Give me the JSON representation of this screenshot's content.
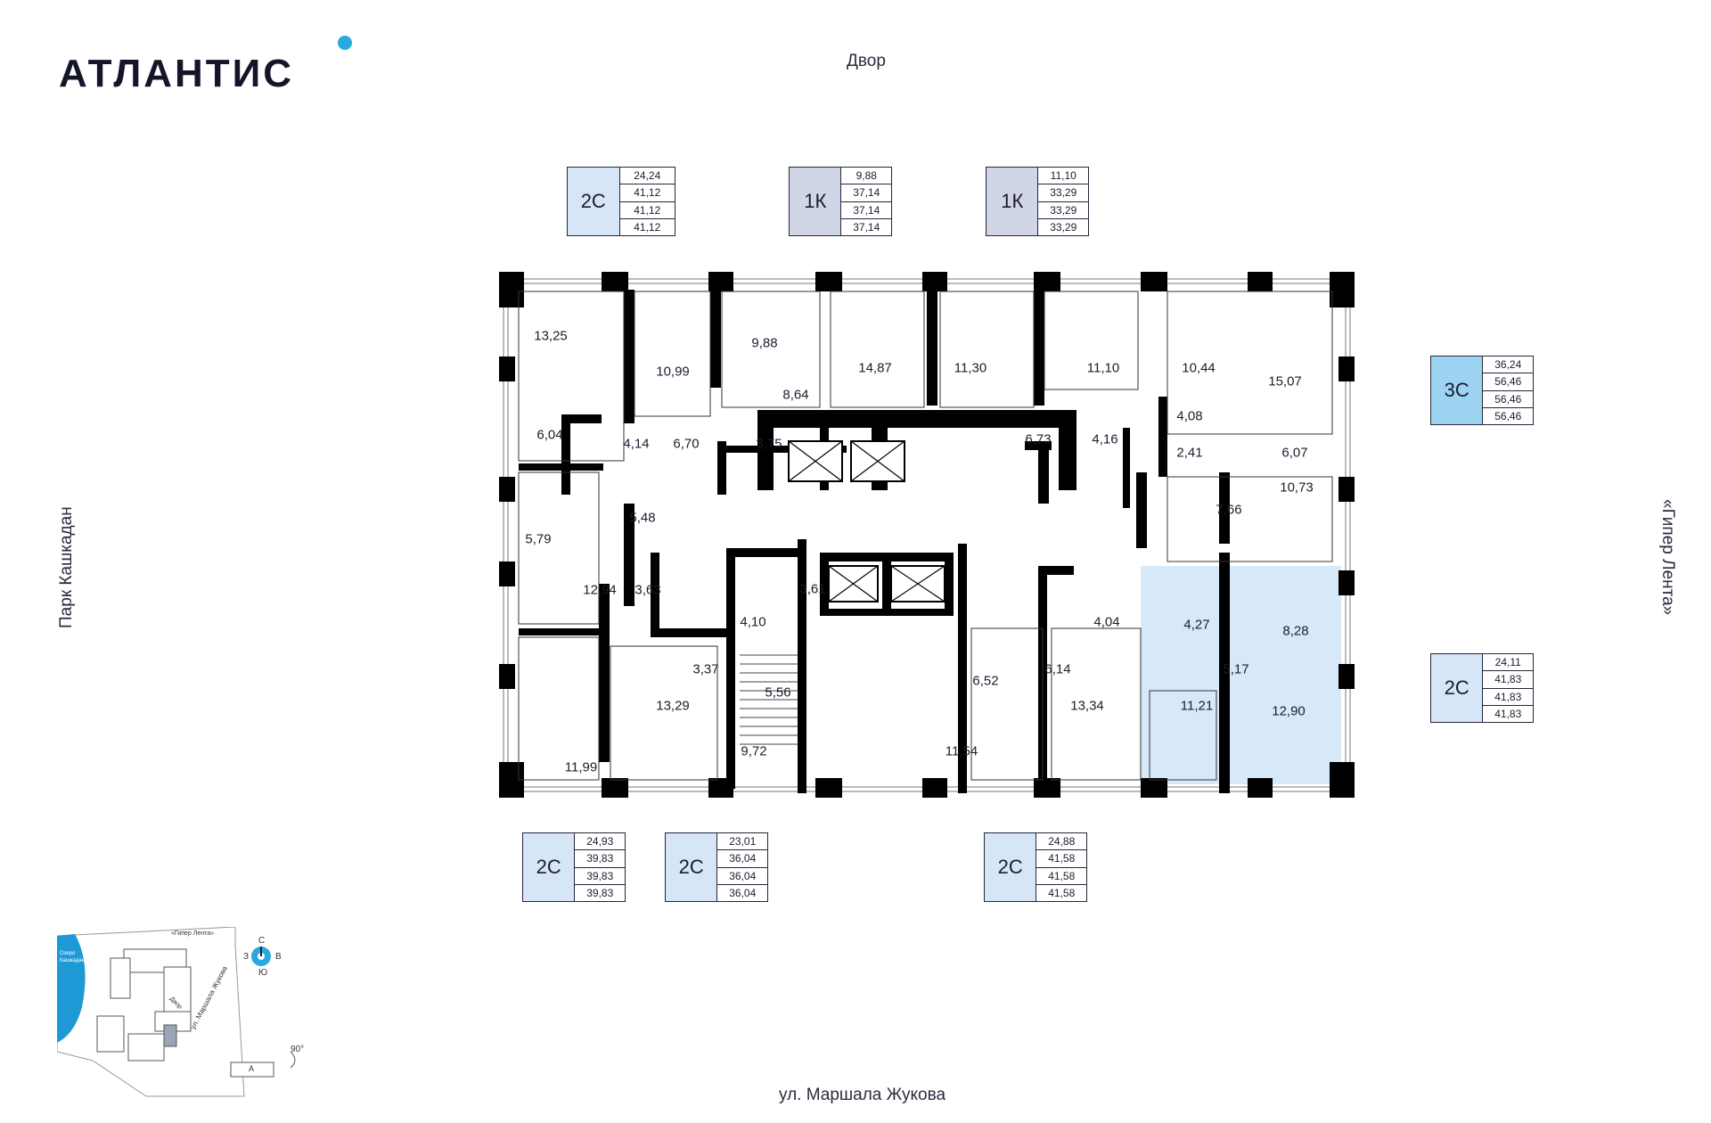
{
  "brand": {
    "name": "АТЛАНТИС"
  },
  "streets": {
    "top": "Двор",
    "bottom": "ул. Маршала Жукова",
    "left": "Парк Кашкадан",
    "right": "«Гипер Лента»"
  },
  "colors": {
    "accent": "#29a8e0",
    "type_2c": "#d6e6f6",
    "type_1k": "#d1d6e6",
    "type_3c": "#9dd4f2",
    "highlight_apartment": "#d7e8f8",
    "wall": "#000000"
  },
  "cards": [
    {
      "id": "card-top-2c",
      "type": "2С",
      "areas": [
        "24,24",
        "41,12",
        "41,12",
        "41,12"
      ],
      "color": "#d6e6f6"
    },
    {
      "id": "card-top-1k-a",
      "type": "1К",
      "areas": [
        "9,88",
        "37,14",
        "37,14",
        "37,14"
      ],
      "color": "#d1d6e6"
    },
    {
      "id": "card-top-1k-b",
      "type": "1К",
      "areas": [
        "11,10",
        "33,29",
        "33,29",
        "33,29"
      ],
      "color": "#d1d6e6"
    },
    {
      "id": "card-right-3c",
      "type": "3С",
      "areas": [
        "36,24",
        "56,46",
        "56,46",
        "56,46"
      ],
      "color": "#9dd4f2"
    },
    {
      "id": "card-right-2c",
      "type": "2С",
      "areas": [
        "24,11",
        "41,83",
        "41,83",
        "41,83"
      ],
      "color": "#d6e6f6"
    },
    {
      "id": "card-bottom-2c-a",
      "type": "2С",
      "areas": [
        "24,93",
        "39,83",
        "39,83",
        "39,83"
      ],
      "color": "#d6e6f6"
    },
    {
      "id": "card-bottom-2c-b",
      "type": "2С",
      "areas": [
        "23,01",
        "36,04",
        "36,04",
        "36,04"
      ],
      "color": "#d6e6f6"
    },
    {
      "id": "card-bottom-2c-c",
      "type": "2С",
      "areas": [
        "24,88",
        "41,58",
        "41,58",
        "41,58"
      ],
      "color": "#d6e6f6"
    }
  ],
  "rooms": [
    "13,25",
    "10,99",
    "9,88",
    "14,87",
    "11,30",
    "11,10",
    "10,44",
    "15,07",
    "8,64",
    "6,04",
    "4,14",
    "6,70",
    "3,75",
    "6,73",
    "4,16",
    "4,08",
    "2,41",
    "6,07",
    "5,48",
    "5,79",
    "7,66",
    "10,73",
    "12,94",
    "3,63",
    "4,10",
    "3,61",
    "4,04",
    "4,27",
    "8,28",
    "3,37",
    "5,56",
    "6,52",
    "6,14",
    "5,17",
    "13,29",
    "13,34",
    "11,21",
    "12,90",
    "9,72",
    "11,54",
    "11,99"
  ],
  "siteplan": {
    "lake_label": "Озеро Кашкадан",
    "yard_label": "Двор",
    "top_label": "«Гипер Лента»",
    "street_label": "ул. Маршала Жукова",
    "section_label": "А",
    "rotation": "90°",
    "compass": {
      "n": "С",
      "s": "Ю",
      "w": "З",
      "e": "В"
    }
  }
}
